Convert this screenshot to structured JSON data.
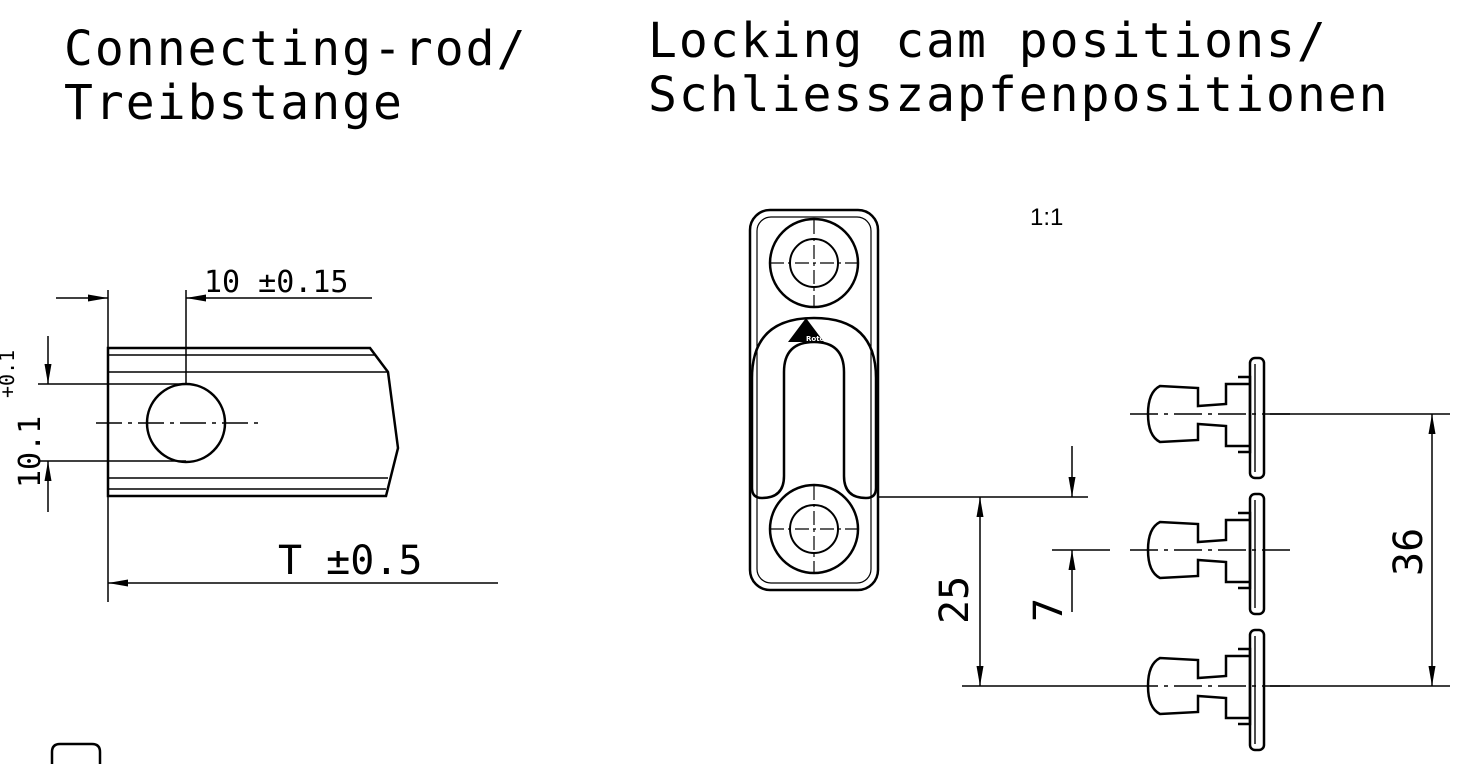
{
  "titles": {
    "left": [
      "Connecting-rod/",
      "Treibstange"
    ],
    "right": [
      "Locking cam positions/",
      "Schliesszapfenpositionen"
    ]
  },
  "rod": {
    "dim_top": "10 ±0.15",
    "dim_height": "10.1",
    "dim_height_tol": "+0.1",
    "dim_length": "T ±0.5"
  },
  "cams": {
    "scale": "1:1",
    "keeper_logo": "Roto",
    "dim_25": "25",
    "dim_7": "7",
    "dim_36": "36"
  }
}
